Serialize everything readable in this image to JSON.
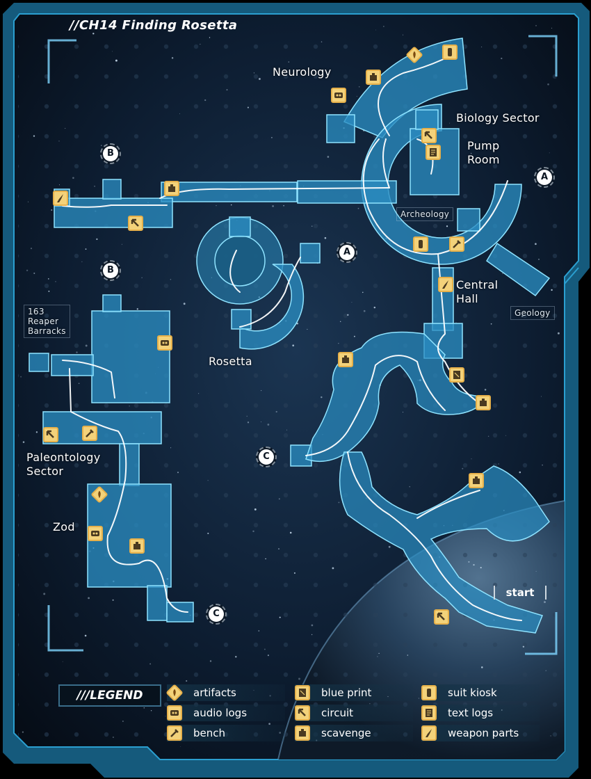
{
  "title": "//CH14 Finding Rosetta",
  "colors": {
    "background": "#0b1a2c",
    "frame": "#1a6a90",
    "room_fill": "#2a8cc0",
    "room_edge": "#8fe3ff",
    "path": "#ffffff",
    "icon_fill": "#f3d27a",
    "icon_edge": "#e6b04a"
  },
  "areas": {
    "neurology": "Neurology",
    "biology_sector": "Biology Sector",
    "pump_room": "Pump\nRoom",
    "archeology": "Archeology",
    "central_hall": "Central\nHall",
    "geology": "Geology",
    "rosetta": "Rosetta",
    "reaper_barracks": "163\nReaper\nBarracks",
    "paleontology_sector": "Paleontology\nSector",
    "zod": "Zod"
  },
  "markers": {
    "b_top": "B",
    "a_right": "A",
    "a_mid": "A",
    "b_left": "B",
    "c_mid": "C",
    "c_bottom": "C"
  },
  "start_label": "start",
  "legend": {
    "title": "///LEGEND",
    "items": [
      {
        "label": "artifacts",
        "icon": "artifact-icon"
      },
      {
        "label": "audio logs",
        "icon": "audio-log-icon"
      },
      {
        "label": "bench",
        "icon": "bench-icon"
      },
      {
        "label": "blue print",
        "icon": "blueprint-icon"
      },
      {
        "label": "circuit",
        "icon": "circuit-icon"
      },
      {
        "label": "scavenge",
        "icon": "scavenge-icon"
      },
      {
        "label": "suit kiosk",
        "icon": "suit-kiosk-icon"
      },
      {
        "label": "text logs",
        "icon": "text-log-icon"
      },
      {
        "label": "weapon parts",
        "icon": "weapon-parts-icon"
      }
    ]
  }
}
